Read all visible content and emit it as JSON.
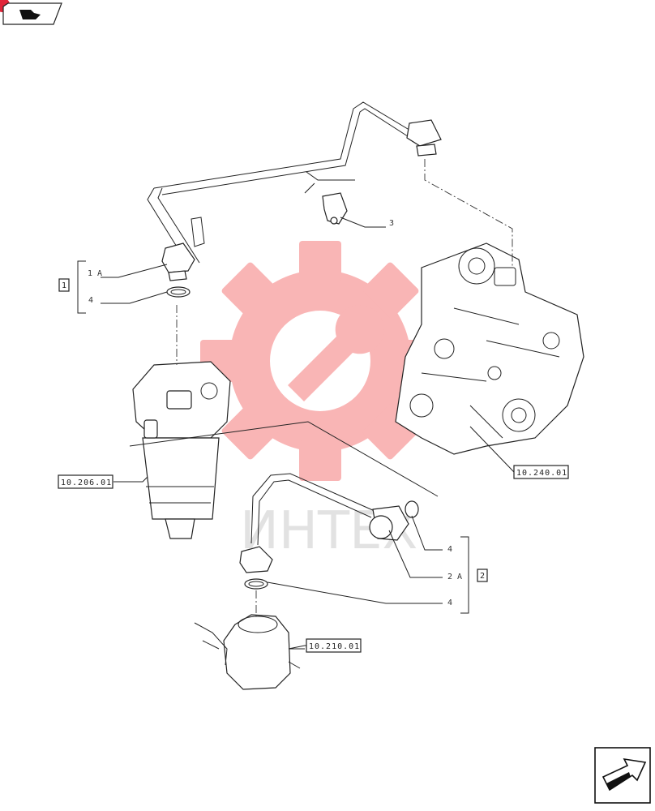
{
  "watermark": {
    "text": "ИНТЕХ",
    "color": "#f25c5c"
  },
  "callouts": {
    "part_1a": "1 A",
    "part_4_top": "4",
    "part_3": "3",
    "part_4_right": "4",
    "part_2a": "2 A",
    "part_4_bottom": "4"
  },
  "groups": {
    "group_1": "1",
    "group_2": "2"
  },
  "references": {
    "fuel_filter": "10.206.01",
    "injection_pump": "10.240.01",
    "feed_pump": "10.210.01"
  },
  "nav": {
    "top_icon": "folder-arrow-icon",
    "bottom_icon": "next-page-arrow-icon",
    "badge_color": "#e0263a"
  }
}
